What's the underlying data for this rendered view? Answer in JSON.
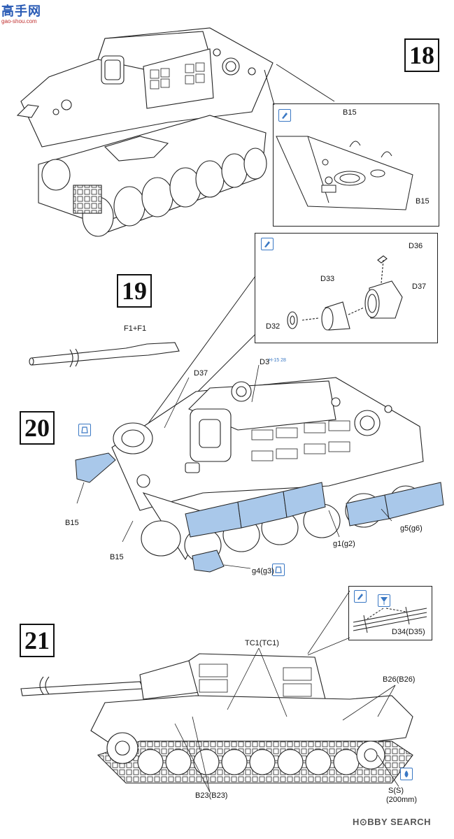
{
  "watermark": {
    "top": "高手网",
    "sub": "gao-shou.com"
  },
  "steps": {
    "s18": "18",
    "s19": "19",
    "s20": "20",
    "s21": "21"
  },
  "parts": {
    "b15_inset_top": "B15",
    "b15_inset_bottom": "B15",
    "d36": "D36",
    "d33": "D33",
    "d37_inset": "D37",
    "d32": "D32",
    "f1": "F1+F1",
    "d37_main": "D37",
    "d3": "D3",
    "d3_ref": "H-15 28",
    "b15_main_a": "B15",
    "b15_main_b": "B15",
    "g1": "g1(g2)",
    "g5": "g5(g6)",
    "g4": "g4(g3)",
    "tc1": "TC1(TC1)",
    "d34": "D34(D35)",
    "b26": "B26(B26)",
    "b23": "B23(B23)",
    "s": "S(S)",
    "s_len": "(200mm)"
  },
  "footer": {
    "brand": "H⊙BBY SEARCH"
  },
  "colors": {
    "highlight": "#a9c8ea",
    "outline": "#222222",
    "icon": "#3a78c4"
  }
}
